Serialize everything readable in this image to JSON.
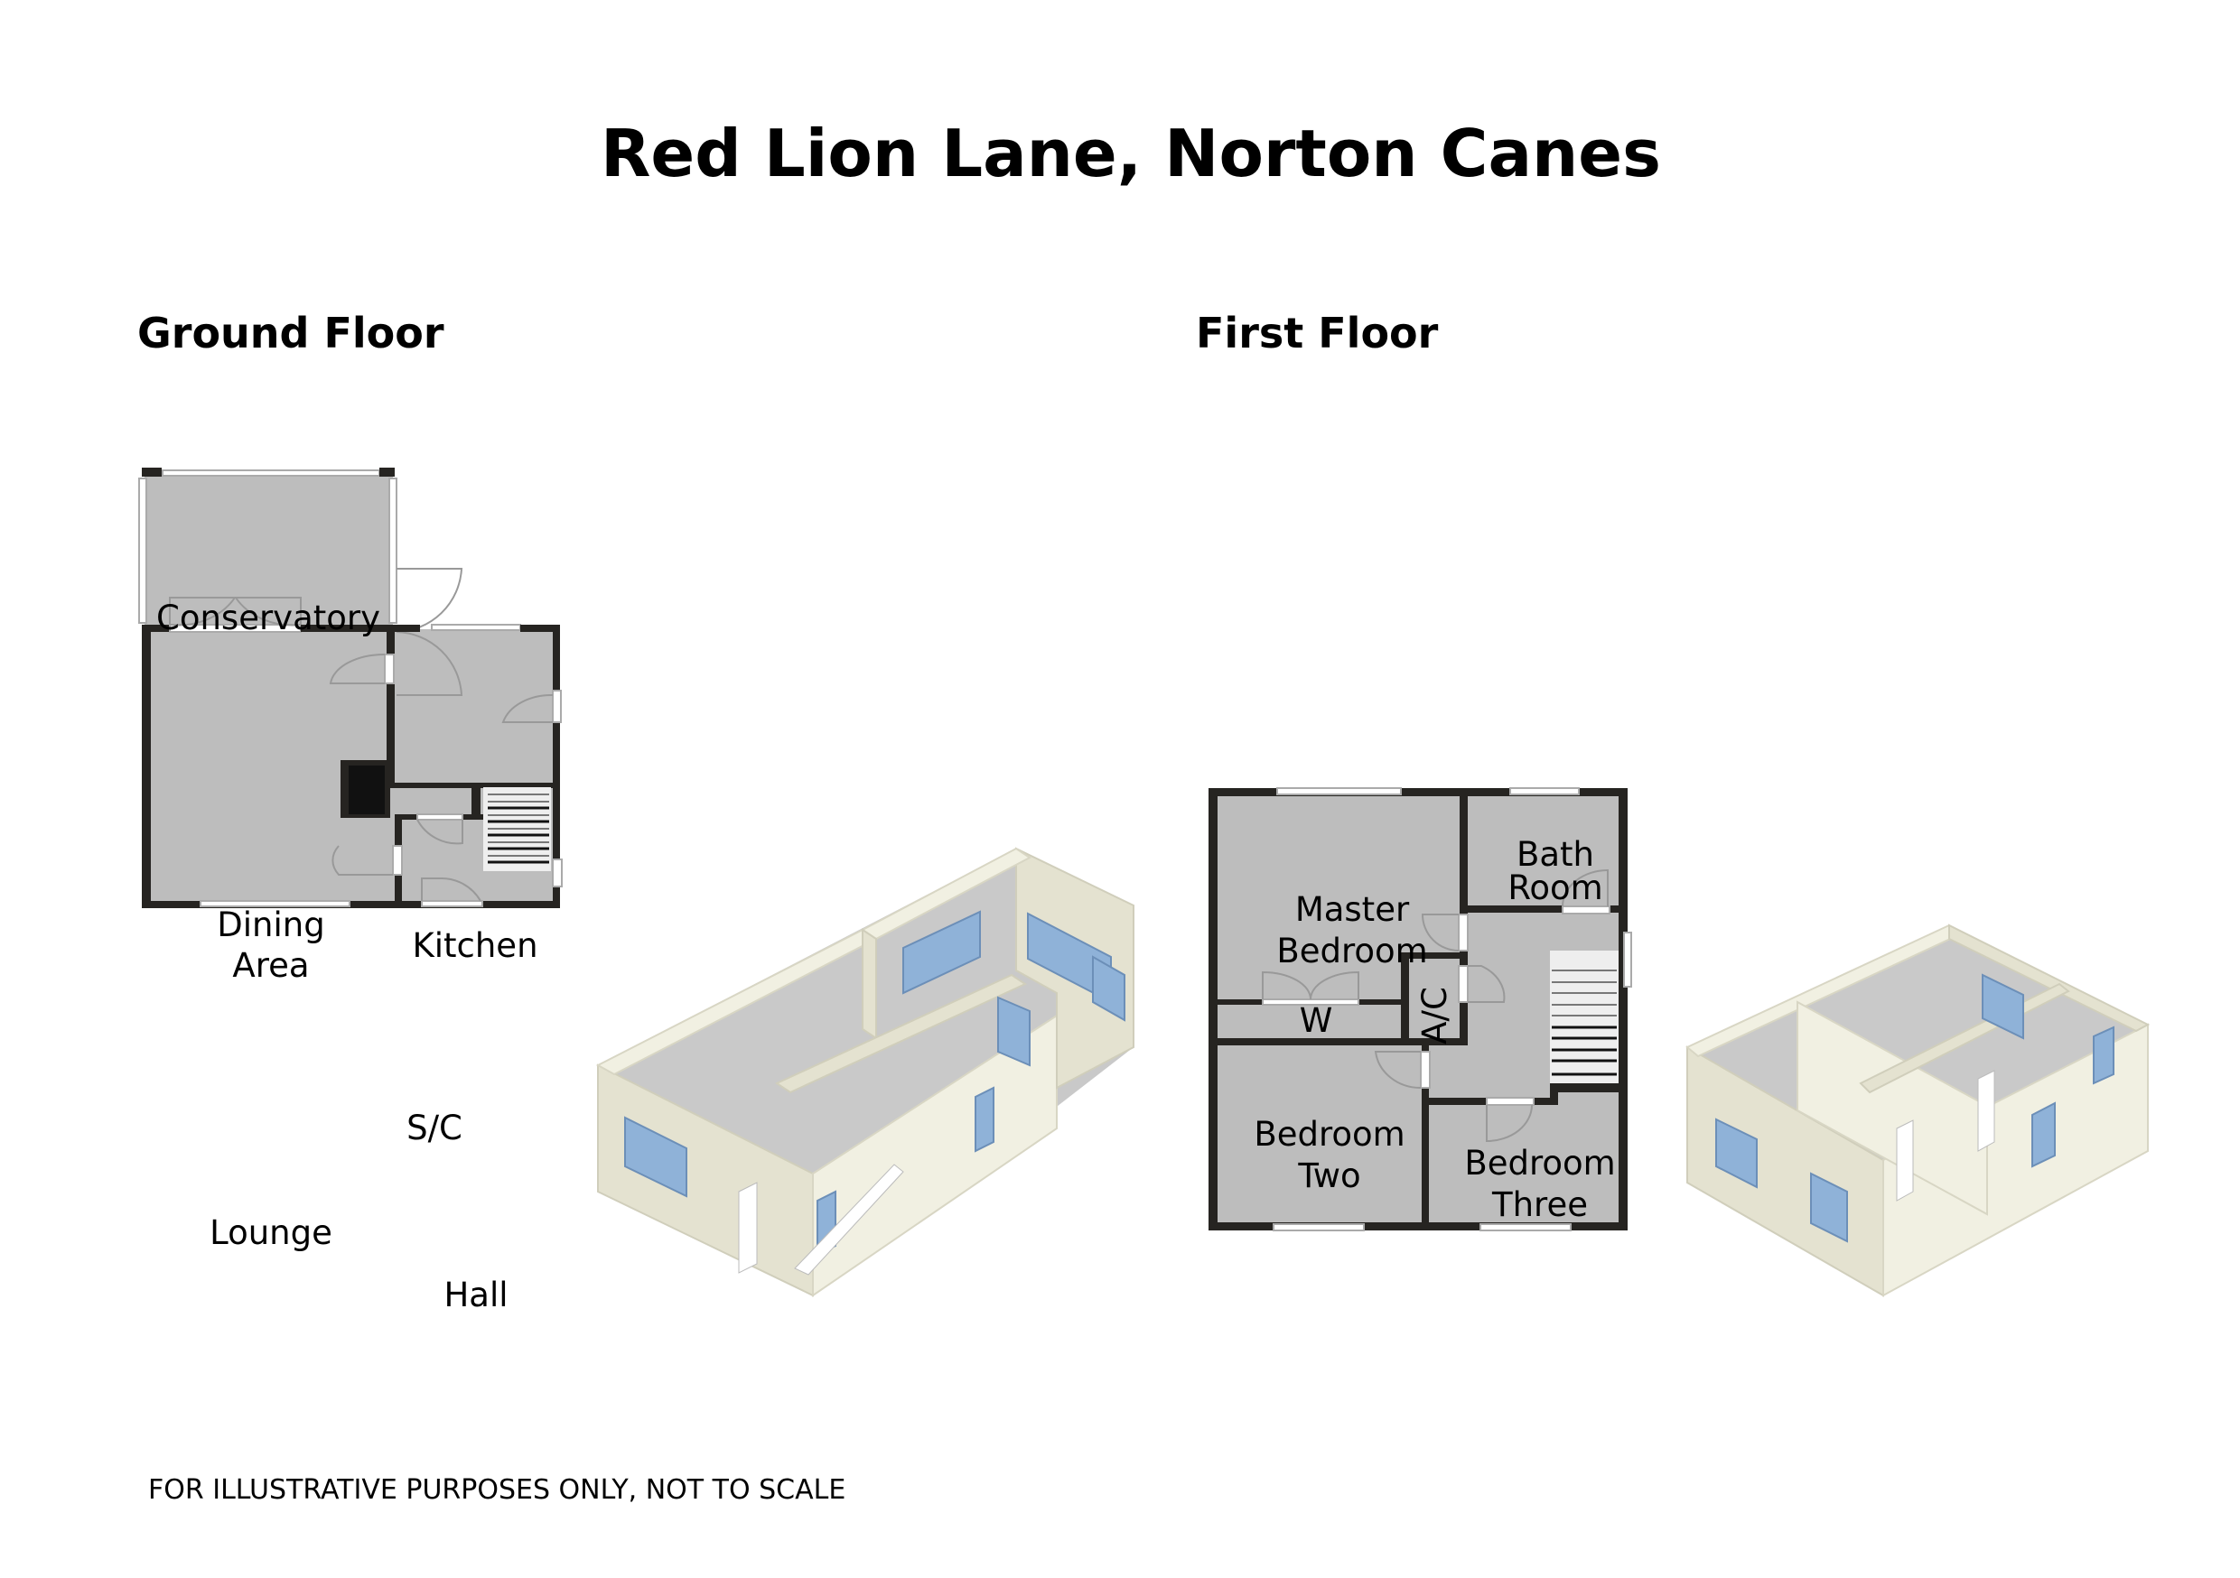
{
  "title": "Red Lion Lane, Norton Canes",
  "ground_floor": {
    "label": "Ground Floor",
    "rooms": {
      "conservatory": "Conservatory",
      "dining_1": "Dining",
      "dining_2": "Area",
      "kitchen": "Kitchen",
      "sc": "S/C",
      "lounge": "Lounge",
      "hall": "Hall"
    }
  },
  "first_floor": {
    "label": "First Floor",
    "rooms": {
      "master_1": "Master",
      "master_2": "Bedroom",
      "bath_1": "Bath",
      "bath_2": "Room",
      "w": "W",
      "ac": "A/C",
      "bed2_1": "Bedroom",
      "bed2_2": "Two",
      "bed3_1": "Bedroom",
      "bed3_2": "Three"
    }
  },
  "footer": "FOR ILLUSTRATIVE PURPOSES ONLY, NOT TO SCALE"
}
